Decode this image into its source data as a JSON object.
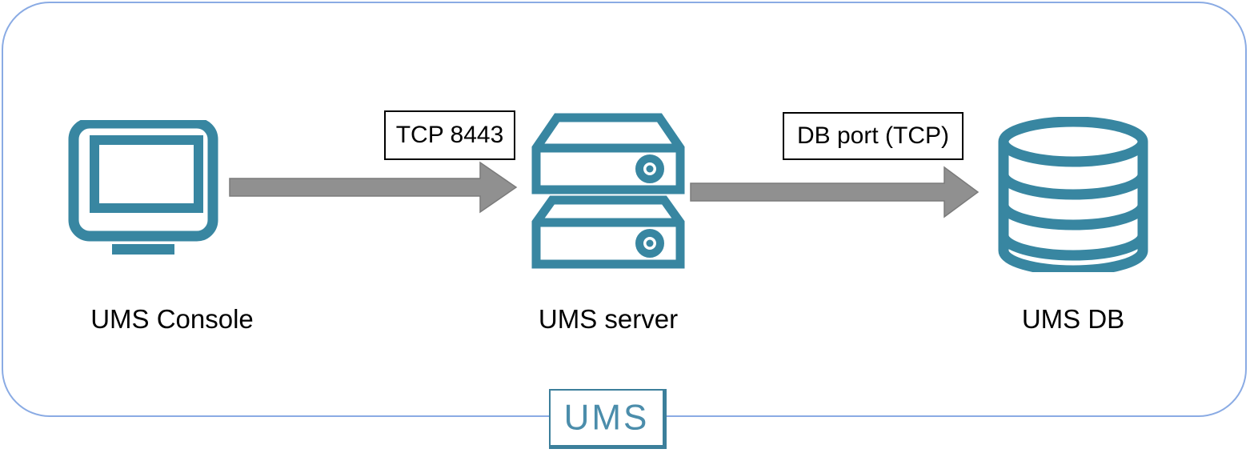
{
  "diagram": {
    "nodes": [
      {
        "id": "ums-console",
        "label": "UMS Console",
        "icon": "monitor-icon"
      },
      {
        "id": "ums-server",
        "label": "UMS server",
        "icon": "server-icon"
      },
      {
        "id": "ums-db",
        "label": "UMS DB",
        "icon": "database-icon"
      }
    ],
    "connections": [
      {
        "from": "ums-console",
        "to": "ums-server",
        "label": "TCP 8443"
      },
      {
        "from": "ums-server",
        "to": "ums-db",
        "label": "DB port (TCP)"
      }
    ],
    "logo": {
      "text": "UMS"
    },
    "colors": {
      "icon_teal": "#3886a1",
      "logo_teal": "#4b8dab",
      "frame_blue": "#8aabe4",
      "arrow_gray": "#909090",
      "arrow_edge_gray": "#7b7b7b",
      "label_text": "#000000",
      "port_box_border": "#000000"
    }
  }
}
